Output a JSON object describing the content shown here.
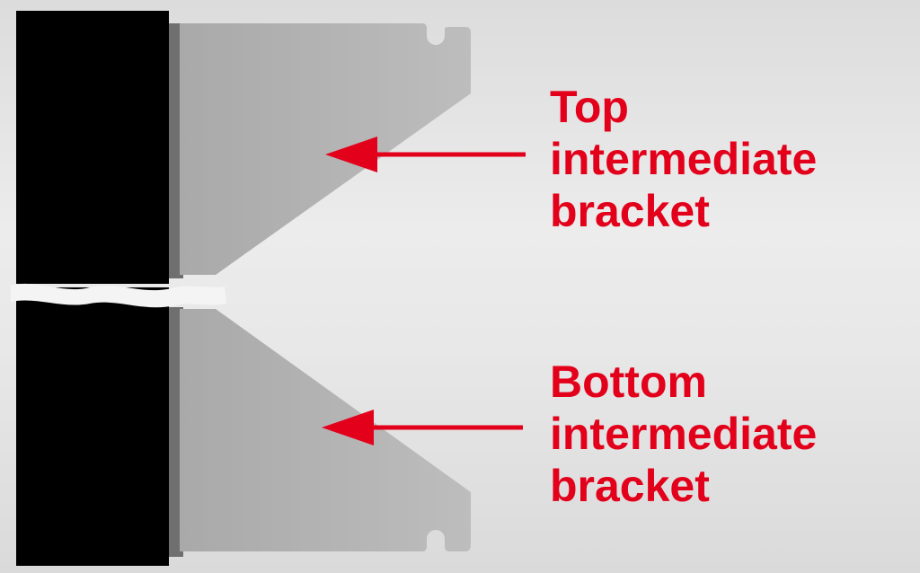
{
  "labels": {
    "top": [
      "Top",
      "intermediate",
      "bracket"
    ],
    "bottom": [
      "Bottom",
      "intermediate",
      "bracket"
    ]
  },
  "colors": {
    "label": "#e3001b",
    "arrow": "#e3001b",
    "wall": "#000000",
    "bracket": "#b7b7b7",
    "bracket_shadow": "#6f6f6f",
    "background": "#e6e6e6"
  }
}
